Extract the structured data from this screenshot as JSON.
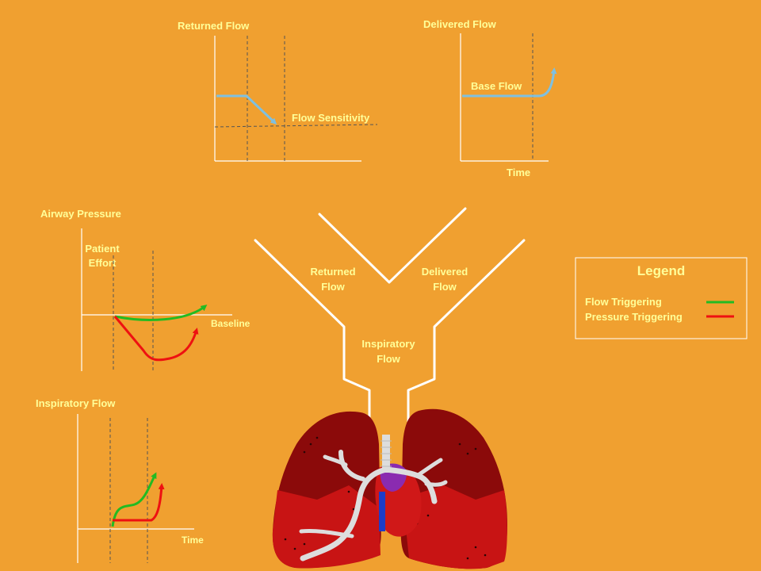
{
  "returned_flow_plot": {
    "title": "Returned Flow",
    "annotation": "Flow Sensitivity"
  },
  "delivered_flow_plot": {
    "title": "Delivered Flow",
    "annotation": "Base Flow",
    "xlabel": "Time"
  },
  "airway_pressure_plot": {
    "title": "Airway Pressure",
    "annotation_line1": "Patient",
    "annotation_line2": "Effort",
    "baseline_label": "Baseline"
  },
  "inspiratory_flow_plot": {
    "title": "Inspiratory Flow",
    "xlabel": "Time"
  },
  "circuit": {
    "returned_line1": "Returned",
    "returned_line2": "Flow",
    "delivered_line1": "Delivered",
    "delivered_line2": "Flow",
    "inspiratory_line1": "Inspiratory",
    "inspiratory_line2": "Flow"
  },
  "legend": {
    "title": "Legend",
    "items": [
      {
        "label": "Flow Triggering",
        "color": "#22BB22"
      },
      {
        "label": "Pressure Triggering",
        "color": "#EE1111"
      }
    ]
  },
  "colors": {
    "background": "#F0A030",
    "label": "#FFFF99",
    "flow_curve": "#7FC0E0",
    "flow_trigger": "#22BB22",
    "pressure_trigger": "#EE1111",
    "lung_dark": "#8B0A0A",
    "lung_light": "#C81414"
  }
}
